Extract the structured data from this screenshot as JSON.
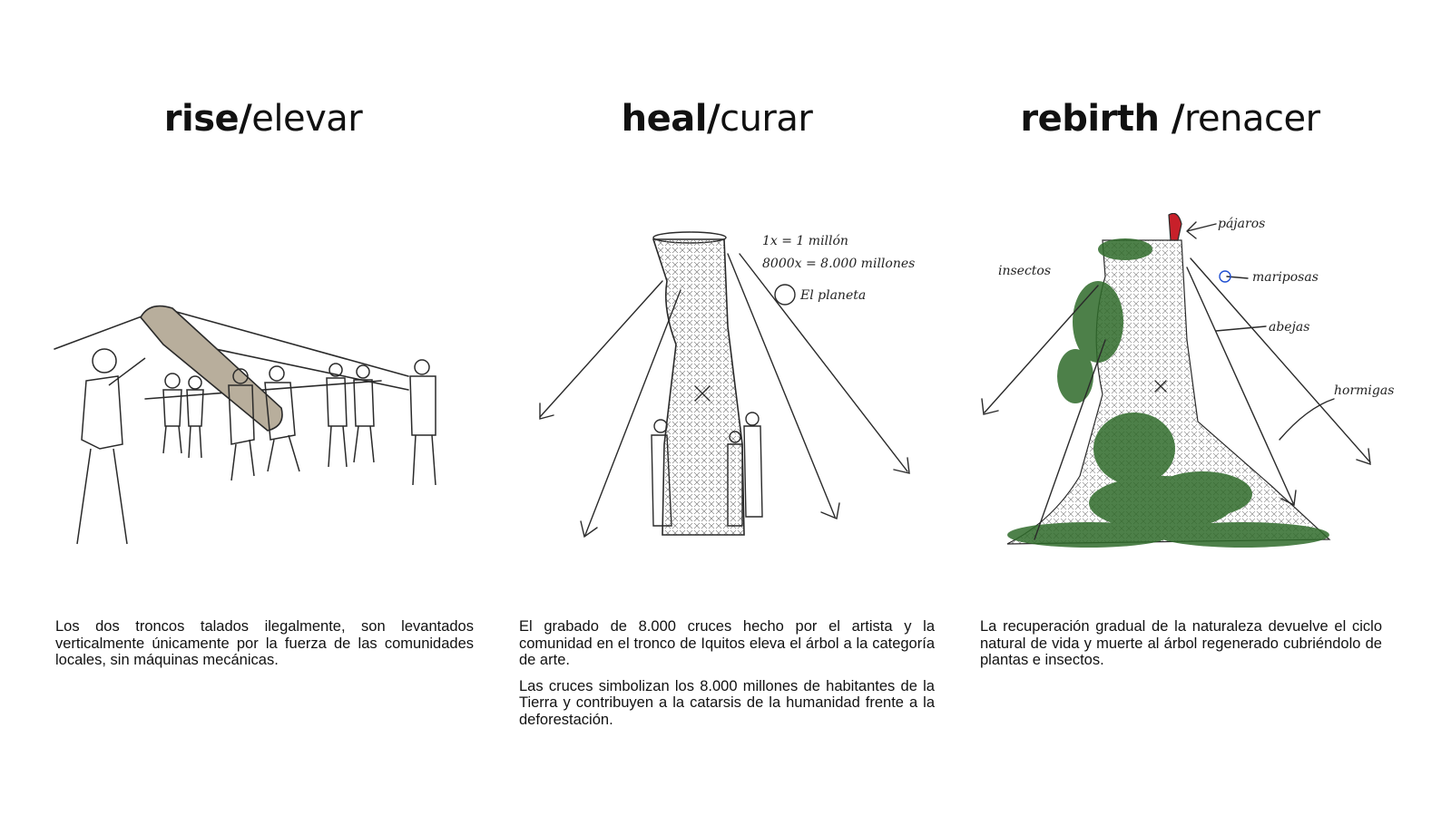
{
  "panels": [
    {
      "title_en": "rise/",
      "title_es": "elevar",
      "paragraphs": [
        "Los dos troncos talados ilegalmente, son levantados verticalmente únicamente por la fuerza de las comunidades locales, sin máquinas mecánicas."
      ]
    },
    {
      "title_en": "heal/",
      "title_es": "curar",
      "paragraphs": [
        "El grabado de 8.000 cruces hecho por el artista y la comunidad en el tronco de Iquitos eleva el árbol a la categoría de arte.",
        "Las cruces simbolizan los 8.000 millones de habitantes de la Tierra y contribuyen a la catarsis de la humanidad frente a la deforestación."
      ],
      "annotations": [
        "1x = 1 millón",
        "8000x = 8.000 millones",
        "El planeta"
      ]
    },
    {
      "title_en": "rebirth /",
      "title_es": "renacer",
      "paragraphs": [
        "La recuperación gradual de la naturaleza devuelve el ciclo natural de vida y muerte al árbol regenerado cubriéndolo de plantas e insectos."
      ],
      "annotations": [
        "pájaros",
        "insectos",
        "mariposas",
        "abejas",
        "hormigas"
      ]
    }
  ],
  "colors": {
    "ink": "#2a2a2a",
    "foliage": "#2f6b2a",
    "log": "#b8ae9c"
  }
}
